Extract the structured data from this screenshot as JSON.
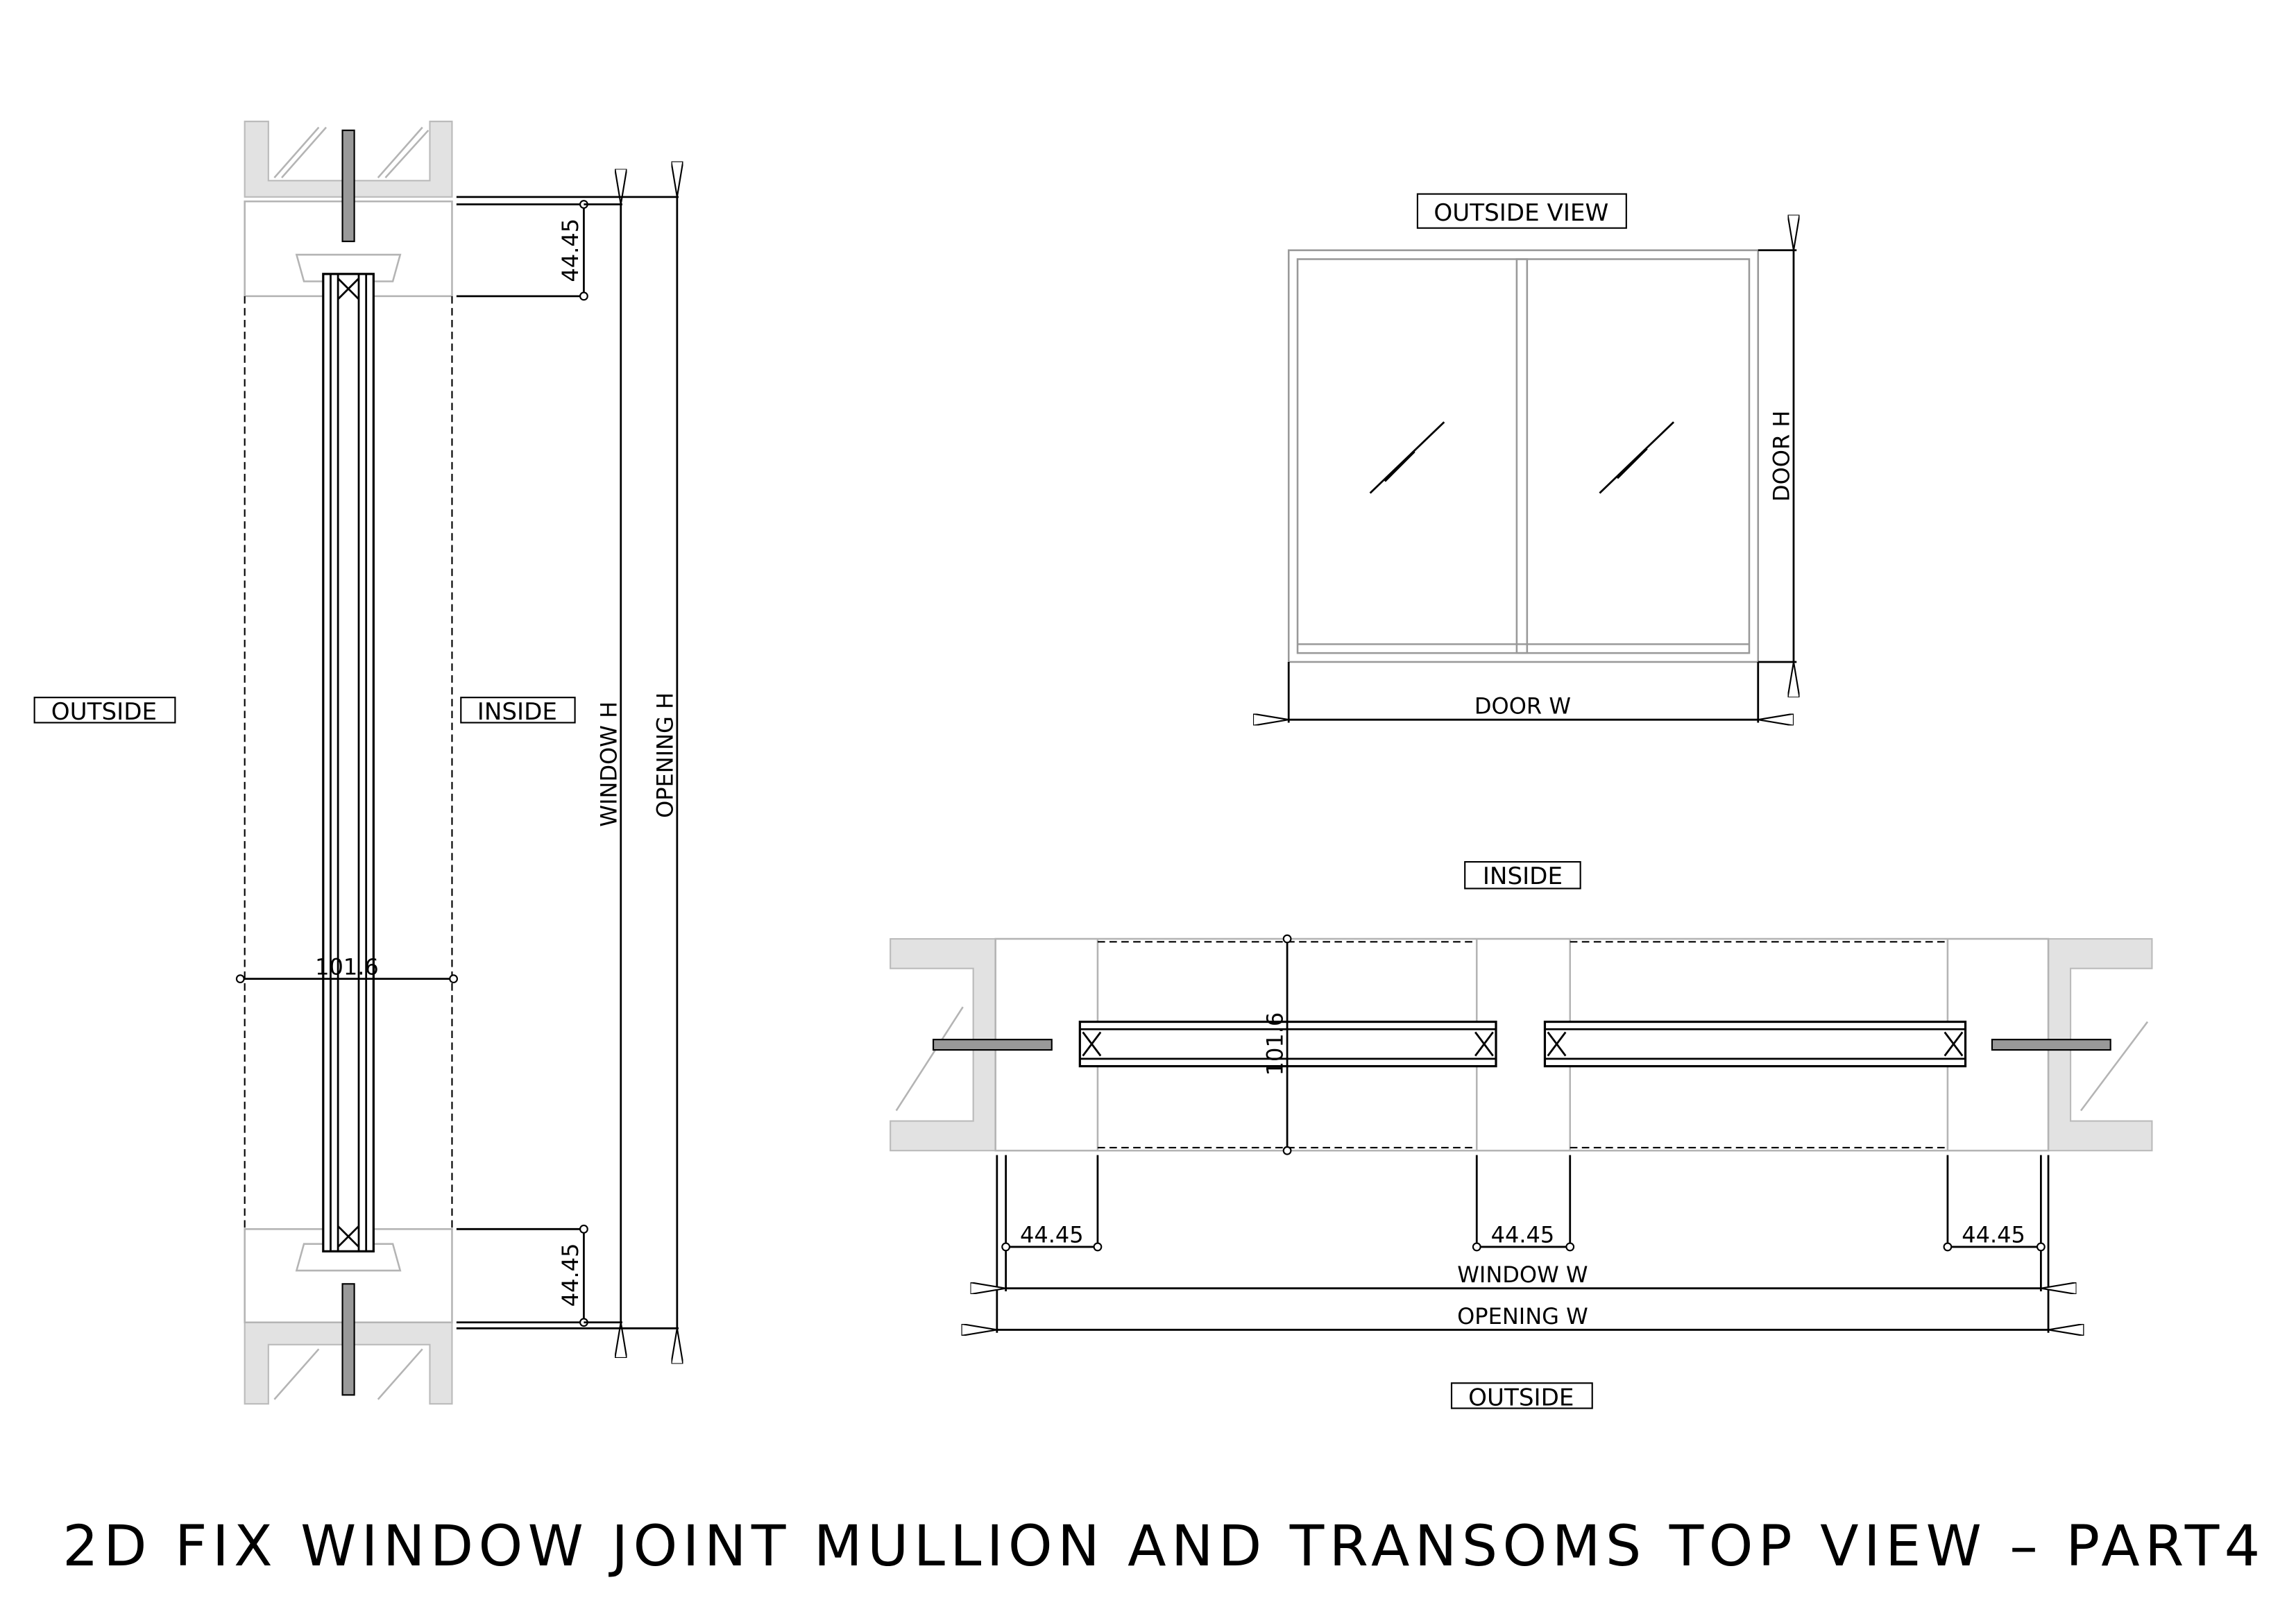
{
  "title": "2D FIX WINDOW JOINT MULLION AND TRANSOMS TOP VIEW – PART4",
  "side_section": {
    "outside_label": "OUTSIDE",
    "inside_label": "INSIDE",
    "dim_top": "44.45",
    "dim_bottom": "44.45",
    "dim_depth": "101.6",
    "window_h": "WINDOW   H",
    "opening_h": "OPENING   H"
  },
  "elevation": {
    "label": "OUTSIDE  VIEW",
    "door_h": "DOOR  H",
    "door_w": "DOOR  W"
  },
  "plan_section": {
    "inside_label": "INSIDE",
    "outside_label": "OUTSIDE",
    "dim_depth": "101.6",
    "dim_left": "44.45",
    "dim_mid": "44.45",
    "dim_right": "44.45",
    "window_w": "WINDOW   W",
    "opening_w": "OPENING   W"
  },
  "colors": {
    "line": "#000000",
    "profile": "#b4b4b4",
    "wall": "#e2e2e2"
  }
}
